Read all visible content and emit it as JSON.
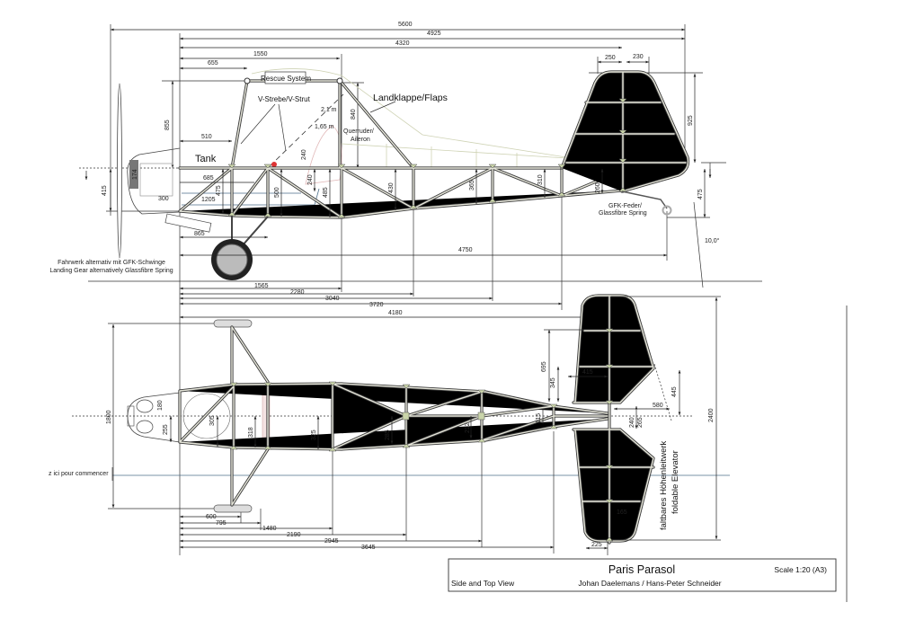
{
  "title_block": {
    "title": "Paris Parasol",
    "scale": "Scale 1:20 (A3)",
    "view": "Side and Top View",
    "authors": "Johan Daelemans / Hans-Peter Schneider"
  },
  "side_view": {
    "labels": {
      "rescue_system": "Rescue System",
      "v_strut": "V-Strebe/V-Strut",
      "flaps": "Landklappe/Flaps",
      "pilot_tall": "2,1 m",
      "pilot_short": "1,65 m",
      "aileron_de": "Querruder/",
      "aileron_en": "Aileron",
      "tank": "Tank",
      "spring_de": "GFK-Feder/",
      "spring_en": "Glassfibre Spring",
      "angle": "10,0°",
      "gear_de": "Fahrwerk alternativ mit GFK-Schwinge",
      "gear_en": "Landing Gear alternatively Glassfibre Spring"
    },
    "dims": {
      "d5600": "5600",
      "d4925": "4925",
      "d4320": "4320",
      "d1550": "1550",
      "d655": "655",
      "d250": "250",
      "d230": "230",
      "d925": "925",
      "d475r": "475",
      "d855": "855",
      "d415": "415",
      "d840": "840",
      "d510": "510",
      "d685": "685",
      "d1205": "1205",
      "d300": "300",
      "d174": "174",
      "d475": "475",
      "d500": "500",
      "d240a": "240",
      "d240b": "240",
      "d485": "485",
      "d430": "430",
      "d365": "365",
      "d310": "310",
      "d260": "260",
      "d865": "865",
      "d4750": "4750",
      "d1565": "1565",
      "d2280": "2280",
      "d3040": "3040",
      "d3720": "3720",
      "d4180": "4180"
    }
  },
  "top_view": {
    "labels": {
      "start_note": "z ici pour commencer",
      "elevator_de": "faltbares Höhenleitwerk",
      "elevator_en": "foldable Elevator"
    },
    "dims": {
      "d1800": "1800",
      "d180": "180",
      "d255": "255",
      "d305": "305",
      "d318": "318",
      "d325": "325",
      "d285": "285",
      "d212": "212",
      "d115": "115",
      "d695": "695",
      "d345": "345",
      "d415": "415",
      "d580": "580",
      "d445": "445",
      "d240": "240",
      "d265": "265",
      "d2400": "2400",
      "d165": "165",
      "d225": "225",
      "d600": "600",
      "d795": "795",
      "d1480": "1480",
      "d2190": "2190",
      "d2945": "2945",
      "d3645": "3645"
    }
  }
}
